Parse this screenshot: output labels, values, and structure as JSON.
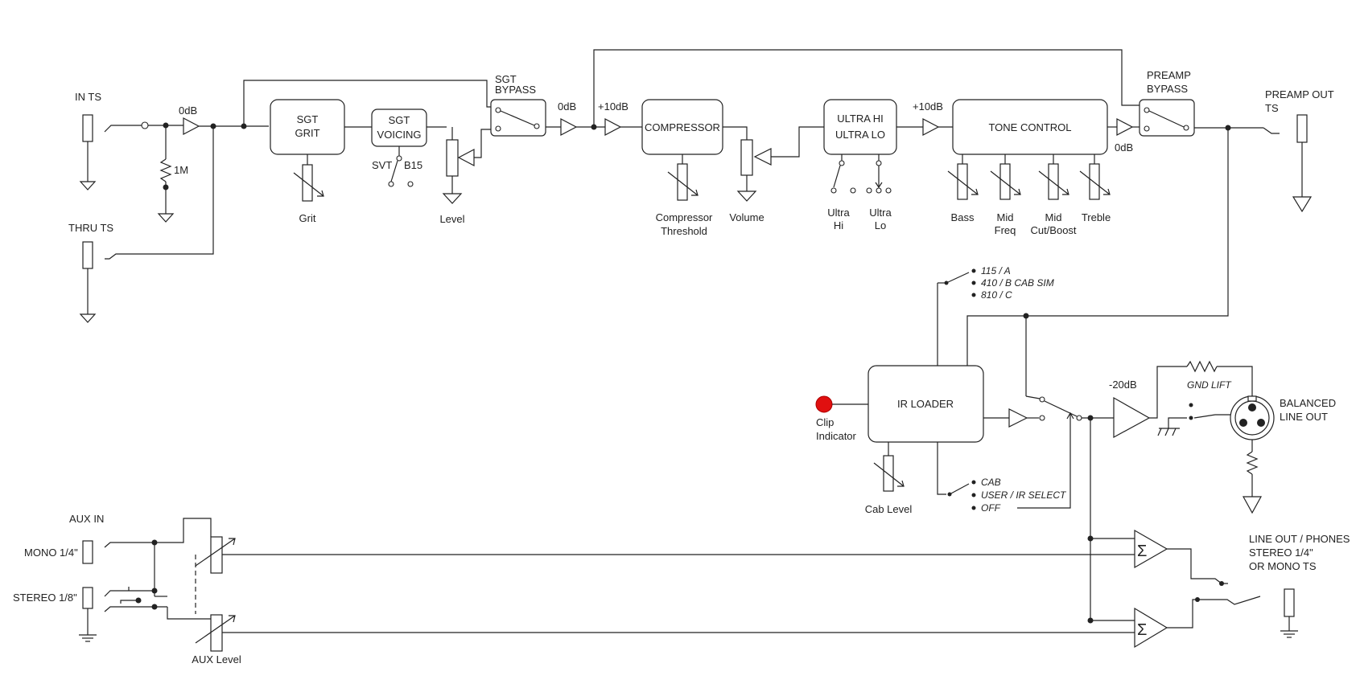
{
  "labels": {
    "in_ts": "IN TS",
    "thru_ts": "THRU TS",
    "odb_in": "0dB",
    "res_1m": "1M",
    "sgt_grit_1": "SGT",
    "sgt_grit_2": "GRIT",
    "grit": "Grit",
    "sgt_voicing_1": "SGT",
    "sgt_voicing_2": "VOICING",
    "svt": "SVT",
    "b15": "B15",
    "level": "Level",
    "sgt_bypass_1": "SGT",
    "sgt_bypass_2": "BYPASS",
    "odb_bypass": "0dB",
    "plus10_a": "+10dB",
    "compressor": "COMPRESSOR",
    "comp_thresh_1": "Compressor",
    "comp_thresh_2": "Threshold",
    "volume": "Volume",
    "ultra_1": "ULTRA HI",
    "ultra_2": "ULTRA LO",
    "ultra_hi_1": "Ultra",
    "ultra_hi_2": "Hi",
    "ultra_lo_1": "Ultra",
    "ultra_lo_2": "Lo",
    "plus10_b": "+10dB",
    "tone_control": "TONE CONTROL",
    "bass": "Bass",
    "mid_freq_1": "Mid",
    "mid_freq_2": "Freq",
    "mid_cut_1": "Mid",
    "mid_cut_2": "Cut/Boost",
    "treble": "Treble",
    "odb_tone": "0dB",
    "preamp_bypass_1": "PREAMP",
    "preamp_bypass_2": "BYPASS",
    "preamp_out_1": "PREAMP OUT",
    "preamp_out_2": "TS",
    "cab_a": "115 / A",
    "cab_b": "410 / B CAB SIM",
    "cab_c": "810 / C",
    "ir_loader": "IR LOADER",
    "clip_1": "Clip",
    "clip_2": "Indicator",
    "cab_level": "Cab Level",
    "sel_cab": "CAB",
    "sel_user": "USER / IR SELECT",
    "sel_off": "OFF",
    "minus20": "-20dB",
    "gnd_lift": "GND LIFT",
    "balanced_1": "BALANCED",
    "balanced_2": "LINE OUT",
    "aux_in": "AUX IN",
    "mono": "MONO 1/4\"",
    "stereo": "STEREO 1/8\"",
    "aux_level": "AUX Level",
    "line_out_1": "LINE OUT / PHONES",
    "line_out_2": "STEREO 1/4\"",
    "line_out_3": "OR MONO TS",
    "sigma_1": "Σ",
    "sigma_2": "Σ"
  },
  "colors": {
    "line": "#222222",
    "clip_indicator": "#e01010"
  },
  "icons": {
    "jack": "jack-icon",
    "ground": "ground-icon",
    "buffer": "buffer-amp-icon",
    "potentiometer": "potentiometer-icon",
    "resistor": "resistor-icon",
    "switch": "switch-icon",
    "summing_amp": "summing-amp-icon",
    "xlr": "xlr-connector-icon",
    "led": "led-icon"
  }
}
